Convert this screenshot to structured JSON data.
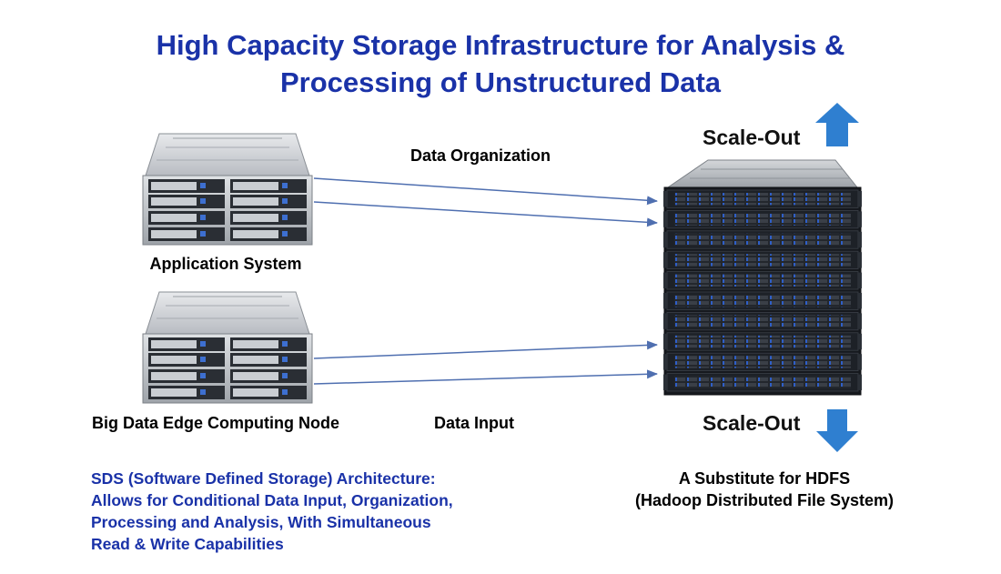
{
  "title": {
    "line1": "High Capacity Storage Infrastructure for Analysis &",
    "line2": "Processing of Unstructured Data"
  },
  "labels": {
    "data_organization": "Data Organization",
    "application_system": "Application System",
    "big_data_edge": "Big Data Edge Computing Node",
    "data_input": "Data Input",
    "scale_out_top": "Scale-Out",
    "scale_out_bottom": "Scale-Out"
  },
  "sds": {
    "line1": "SDS (Software Defined Storage) Architecture:",
    "line2": "Allows for Conditional Data Input, Organization,",
    "line3": "Processing and Analysis, With Simultaneous",
    "line4": "Read & Write Capabilities"
  },
  "hdfs": {
    "line1": "A Substitute for HDFS",
    "line2": "(Hadoop Distributed File System)"
  },
  "colors": {
    "title": "#1a32a8",
    "arrow_line": "#4f6fb0",
    "scale_arrow": "#2f7fd0",
    "rack_dark": "#16191e",
    "drive_blue": "#2f5fc8"
  },
  "icons": {
    "scale_up": "arrow-up-icon",
    "scale_down": "arrow-down-icon"
  }
}
